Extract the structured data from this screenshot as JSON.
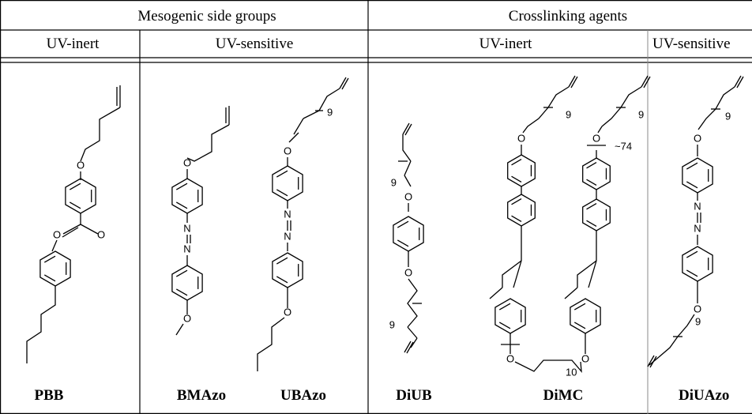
{
  "headers": {
    "mesogenic": "Mesogenic side groups",
    "crosslinking": "Crosslinking agents"
  },
  "subheaders": {
    "meso_inert": "UV-inert",
    "meso_sensitive": "UV-sensitive",
    "cross_inert": "UV-inert",
    "cross_sensitive": "UV-sensitive"
  },
  "compounds": [
    "PBB",
    "BMAzo",
    "UBAzo",
    "DiUB",
    "DiMC",
    "DiUAzo"
  ],
  "atom_labels": {
    "oxygen": "O",
    "nitrogen": "N"
  },
  "repeat_labels": {
    "n9": "9",
    "n10": "10",
    "n74": "~74"
  }
}
